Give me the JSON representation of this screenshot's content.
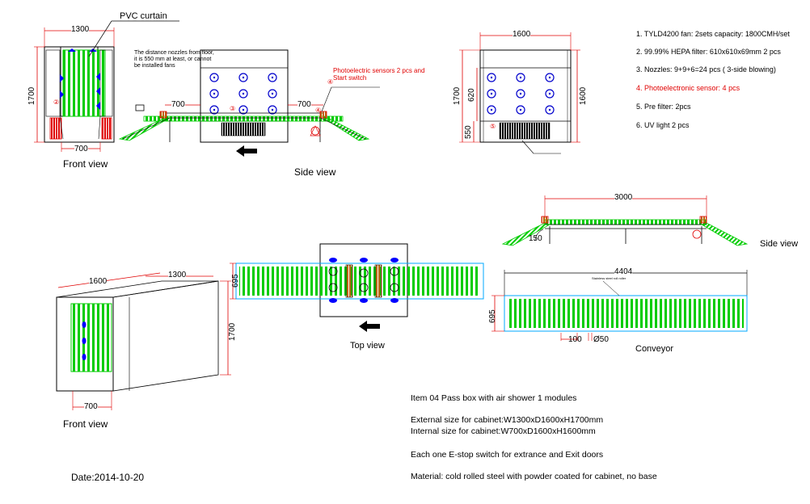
{
  "labels": {
    "pvc_curtain": "PVC curtain",
    "nozzle_note": "The distance nozzles from floor, it is 550 mm at least, or cannot be installed fans",
    "sensor_note": "Photoelectric sensors 2 pcs and Start switch",
    "front_view_1": "Front view",
    "side_view_1": "Side view",
    "side_view_2": "Side view",
    "top_view": "Top view",
    "front_view_2": "Front view",
    "conveyor": "Conveyor",
    "stainless_note": "Stainless steel roll roller",
    "date": "Date:2014-10-20"
  },
  "dims": {
    "d1300_a": "1300",
    "d1700_a": "1700",
    "d700_a": "700",
    "d700_b": "700",
    "d700_c": "700",
    "d1600_a": "1600",
    "d1700_b": "1700",
    "d1600_b": "1600",
    "d620": "620",
    "d550": "550",
    "d3000": "3000",
    "d150": "150",
    "d695_a": "695",
    "d4404": "4404",
    "d695_b": "695",
    "d100": "100",
    "d50": "Ø50",
    "d1600_c": "1600",
    "d1300_b": "1300",
    "d1700_c": "1700",
    "d700_d": "700"
  },
  "specs": [
    {
      "text": "1. TYLD4200 fan: 2sets  capacity: 1800CMH/set",
      "color": "#000000"
    },
    {
      "text": "2. 99.99% HEPA filter: 610x610x69mm 2 pcs",
      "color": "#000000"
    },
    {
      "text": "3. Nozzles: 9+9+6=24 pcs  ( 3-side blowing)",
      "color": "#000000"
    },
    {
      "text": "4. Photoelectronic sensor: 4 pcs",
      "color": "#e00000"
    },
    {
      "text": "5. Pre filter: 2pcs",
      "color": "#000000"
    },
    {
      "text": "6. UV light 2 pcs",
      "color": "#000000"
    }
  ],
  "item": {
    "title": "Item 04   Pass box with air shower      1 modules",
    "external": "External size for cabinet:W1300xD1600xH1700mm",
    "internal": "Internal size for cabinet:W700xD1600xH1600mm",
    "estop": "Each one  E-stop switch for extrance and Exit doors",
    "material": "Material: cold rolled steel with powder coated for cabinet, no base"
  },
  "markers": {
    "m2": "②",
    "m3": "③",
    "m4a": "④",
    "m4b": "④",
    "m5": "⑤"
  },
  "colors": {
    "line": "#000000",
    "dim": "#e00000",
    "green": "#00cc00",
    "blue": "#0000ff",
    "nozzle": "#0000cc",
    "conveyor": "#00aaff"
  }
}
